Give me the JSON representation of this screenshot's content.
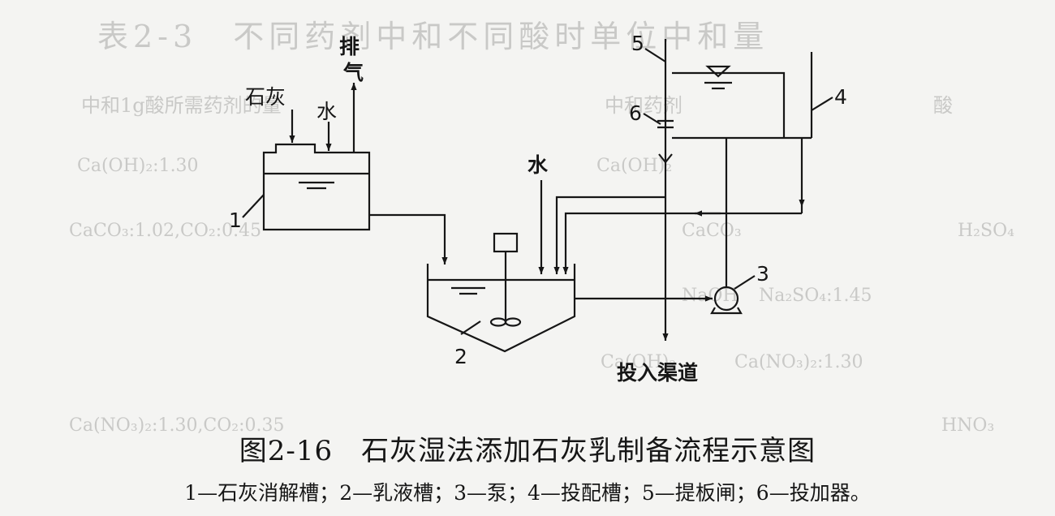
{
  "background_text": {
    "table_title": "表2-3　不同药剂中和不同酸时单位中和量",
    "col_acid": "酸",
    "col_agent": "中和药剂",
    "col_amount": "中和1g酸所需药剂的量",
    "rows": [
      "Ca(OH)₂",
      "CaCO₃",
      "NaOH",
      "Ca(OH)₂",
      "H₂SO₄",
      "HNO₃",
      "Ca(OH)₂:1.30",
      "CaCO₃:1.02,CO₂:0.45",
      "Na₂SO₄:1.45",
      "Ca(NO₃)₂:1.30",
      "Ca(NO₃)₂:1.30,CO₂:0.35"
    ]
  },
  "labels": {
    "lime": "石灰",
    "water_top": "水",
    "exhaust_1": "排",
    "exhaust_2": "气",
    "water_mid": "水",
    "discharge": "投入渠道",
    "n1": "1",
    "n2": "2",
    "n3": "3",
    "n4": "4",
    "n5": "5",
    "n6": "6"
  },
  "caption": {
    "figure": "图2-16　石灰湿法添加石灰乳制备流程示意图",
    "legend": "1—石灰消解槽；2—乳液槽；3—泵；4—投配槽；5—提板闸；6—投加器。"
  },
  "colors": {
    "ink": "#161616",
    "paper": "#f4f4f2",
    "bleed_through": "#c9c9c7"
  }
}
